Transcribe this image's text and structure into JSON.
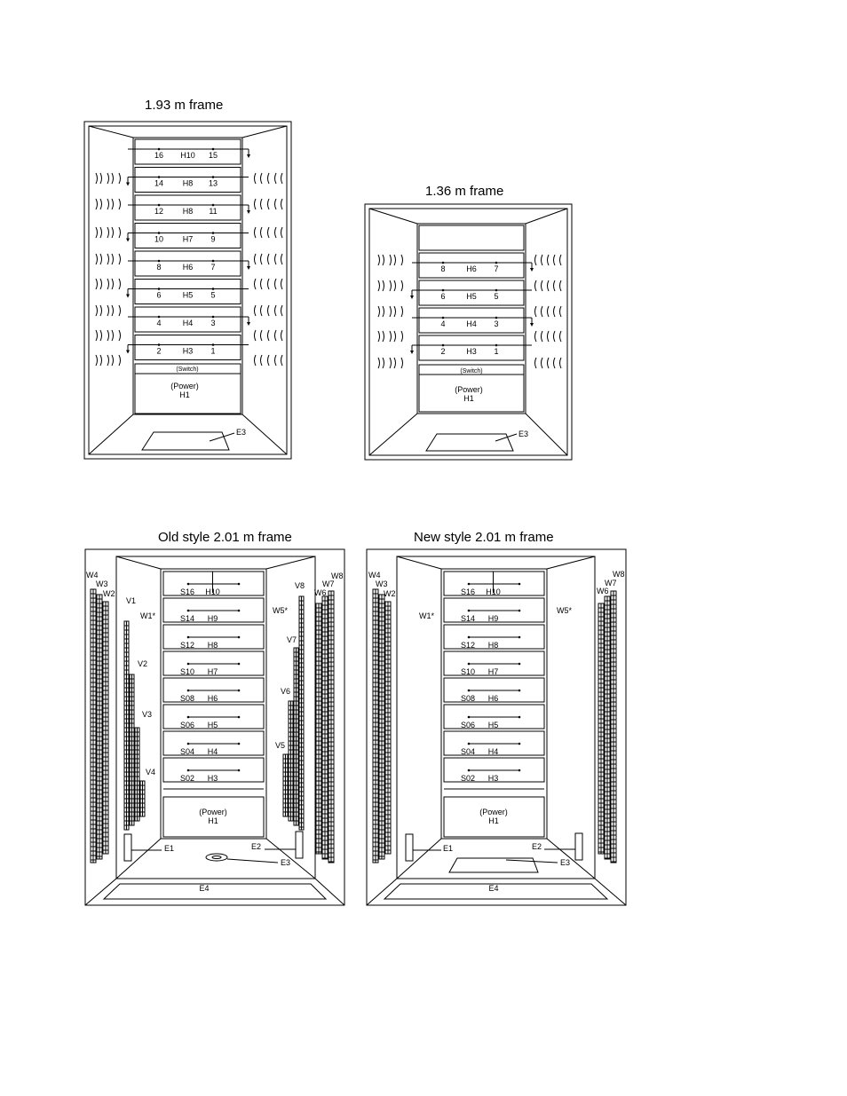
{
  "frames": [
    {
      "title": "1.93 m frame",
      "top_label": "",
      "drawers": [
        {
          "left": "16",
          "center": "H10",
          "right": "15"
        },
        {
          "left": "14",
          "center": "H8",
          "right": "13"
        },
        {
          "left": "12",
          "center": "H8",
          "right": "11"
        },
        {
          "left": "10",
          "center": "H7",
          "right": "9"
        },
        {
          "left": "8",
          "center": "H6",
          "right": "7"
        },
        {
          "left": "6",
          "center": "H5",
          "right": "5"
        },
        {
          "left": "4",
          "center": "H4",
          "right": "3"
        },
        {
          "left": "2",
          "center": "H3",
          "right": "1"
        }
      ],
      "switch": "(Switch)",
      "power": "(Power)",
      "power_id": "H1",
      "floor": "E3"
    },
    {
      "title": "1.36 m frame",
      "drawers": [
        {
          "left": "8",
          "center": "H6",
          "right": "7"
        },
        {
          "left": "6",
          "center": "H5",
          "right": "5"
        },
        {
          "left": "4",
          "center": "H4",
          "right": "3"
        },
        {
          "left": "2",
          "center": "H3",
          "right": "1"
        }
      ],
      "switch": "(Switch)",
      "power": "(Power)",
      "power_id": "H1",
      "floor": "E3"
    },
    {
      "title": "Old style 2.01 m frame",
      "drawers": [
        {
          "left": "S16",
          "center": "H10"
        },
        {
          "left": "S14",
          "center": "H9"
        },
        {
          "left": "S12",
          "center": "H8"
        },
        {
          "left": "S10",
          "center": "H7"
        },
        {
          "left": "S08",
          "center": "H6"
        },
        {
          "left": "S06",
          "center": "H5"
        },
        {
          "left": "S04",
          "center": "H4"
        },
        {
          "left": "S02",
          "center": "H3"
        }
      ],
      "power": "(Power)",
      "power_id": "H1",
      "left_labels": [
        "W4",
        "W3",
        "W2",
        "V1",
        "W1*",
        "V2",
        "V3",
        "V4"
      ],
      "right_labels": [
        "W8",
        "W7",
        "W6",
        "V8",
        "W5*",
        "V7",
        "V6",
        "V5"
      ],
      "e1": "E1",
      "e2": "E2",
      "e3": "E3",
      "e4": "E4"
    },
    {
      "title": "New style 2.01 m frame",
      "drawers": [
        {
          "left": "S16",
          "center": "H10"
        },
        {
          "left": "S14",
          "center": "H9"
        },
        {
          "left": "S12",
          "center": "H8"
        },
        {
          "left": "S10",
          "center": "H7"
        },
        {
          "left": "S08",
          "center": "H6"
        },
        {
          "left": "S06",
          "center": "H5"
        },
        {
          "left": "S04",
          "center": "H4"
        },
        {
          "left": "S02",
          "center": "H3"
        }
      ],
      "power": "(Power)",
      "power_id": "H1",
      "left_labels": [
        "W4",
        "W3",
        "W2",
        "W1*"
      ],
      "right_labels": [
        "W8",
        "W7",
        "W6",
        "W5*"
      ],
      "e1": "E1",
      "e2": "E2",
      "e3": "E3",
      "e4": "E4"
    }
  ]
}
